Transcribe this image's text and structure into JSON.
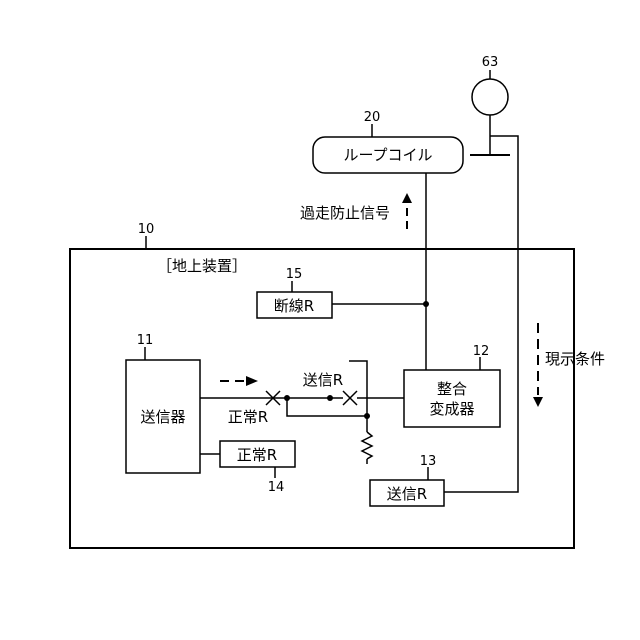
{
  "device": {
    "number": "10",
    "label": "［地上装置］"
  },
  "loop_coil": {
    "number": "20",
    "label": "ループコイル"
  },
  "antenna": {
    "number": "63"
  },
  "overrun_signal": {
    "label": "過走防止信号"
  },
  "display_condition": {
    "label": "現示条件"
  },
  "transmitter": {
    "number": "11",
    "label": "送信器"
  },
  "matching_transformer": {
    "number": "12",
    "line1": "整合",
    "line2": "変成器"
  },
  "relay_13": {
    "number": "13",
    "label": "送信R"
  },
  "relay_14": {
    "number": "14",
    "label": "正常R"
  },
  "relay_15": {
    "number": "15",
    "label": "断線R"
  },
  "contact_normal": {
    "label": "正常R"
  },
  "contact_send": {
    "label": "送信R"
  }
}
